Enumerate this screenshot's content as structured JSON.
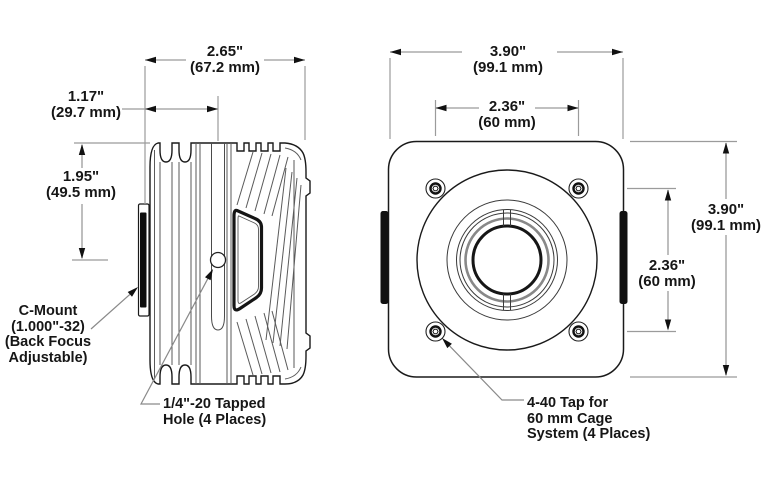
{
  "drawing_type": "mechanical-dimension-drawing",
  "colors": {
    "background": "#ffffff",
    "outline": "#1a1a1a",
    "detail_line": "#4a4a4a",
    "dim_line": "#9b9b9b",
    "arrow": "#111111",
    "text": "#161616"
  },
  "side_view": {
    "dim_width_in": "2.65\"",
    "dim_width_mm": "(67.2 mm)",
    "dim_offset_in": "1.17\"",
    "dim_offset_mm": "(29.7 mm)",
    "dim_height_in": "1.95\"",
    "dim_height_mm": "(49.5 mm)",
    "cmount_label_1": "C-Mount",
    "cmount_label_2": "(1.000\"-32)",
    "cmount_label_3": "(Back Focus",
    "cmount_label_4": "Adjustable)",
    "tapped_label_1": "1/4\"-20 Tapped",
    "tapped_label_2": "Hole (4 Places)"
  },
  "front_view": {
    "dim_width_in": "3.90\"",
    "dim_width_mm": "(99.1 mm)",
    "dim_cage_h_in": "2.36\"",
    "dim_cage_h_mm": "(60 mm)",
    "dim_height_in": "3.90\"",
    "dim_height_mm": "(99.1 mm)",
    "dim_cage_v_in": "2.36\"",
    "dim_cage_v_mm": "(60 mm)",
    "cage_label_1": "4-40 Tap for",
    "cage_label_2": "60 mm Cage",
    "cage_label_3": "System (4 Places)"
  }
}
